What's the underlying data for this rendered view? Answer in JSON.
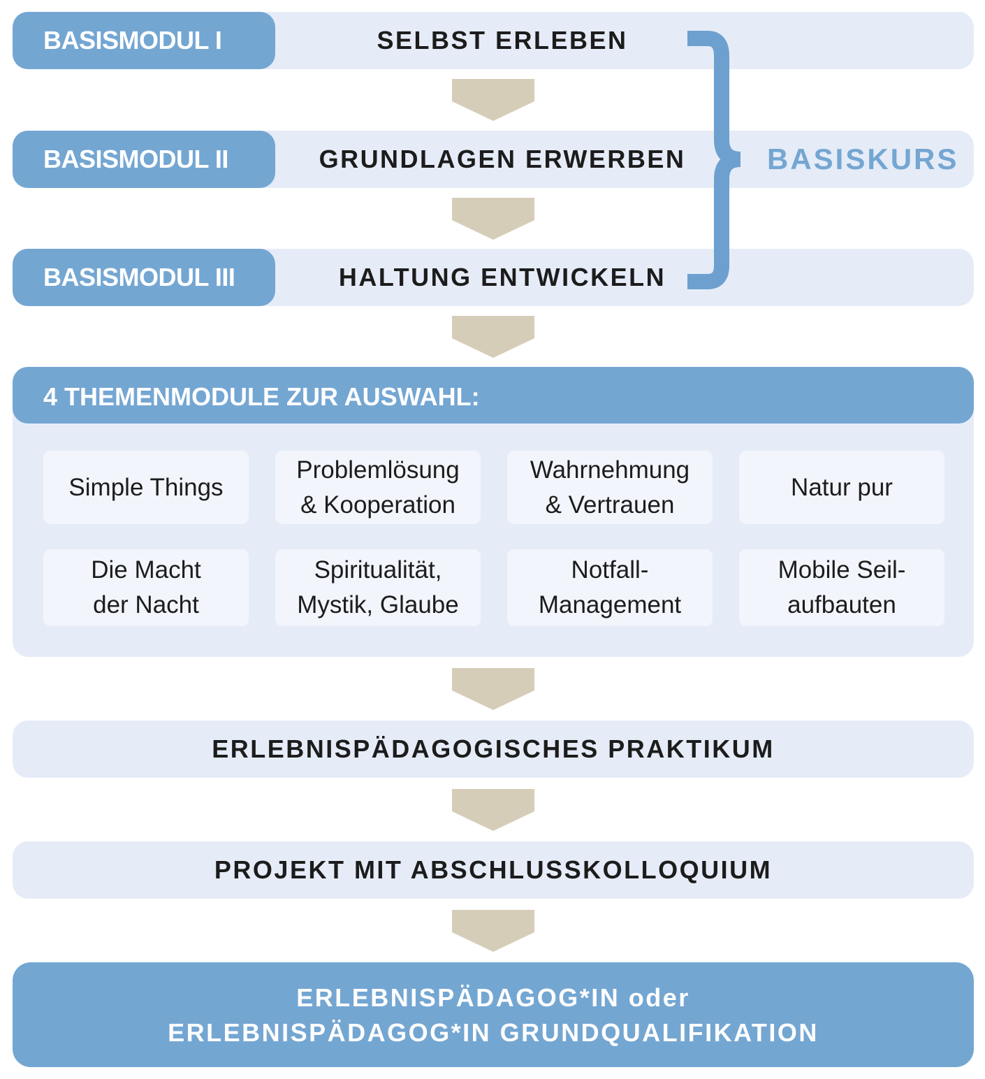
{
  "colors": {
    "accent": "#74a6d2",
    "bar": "#e5ecf7",
    "card": "#f2f5fb",
    "arrow": "#d6cdb9"
  },
  "basis": [
    {
      "label": "BASISMODUL I",
      "title": "SELBST ERLEBEN"
    },
    {
      "label": "BASISMODUL II",
      "title": "GRUNDLAGEN ERWERBEN"
    },
    {
      "label": "BASISMODUL III",
      "title": "HALTUNG ENTWICKELN"
    }
  ],
  "basiskurs": "BASISKURS",
  "themen": {
    "header": "4 THEMENMODULE ZUR AUSWAHL:",
    "cards": [
      [
        "Simple Things"
      ],
      [
        "Problemlösung",
        "& Kooperation"
      ],
      [
        "Wahrnehmung",
        "& Vertrauen"
      ],
      [
        "Natur pur"
      ],
      [
        "Die Macht",
        "der Nacht"
      ],
      [
        "Spiritualität,",
        "Mystik, Glaube"
      ],
      [
        "Notfall-",
        "Management"
      ],
      [
        "Mobile Seil-",
        "aufbauten"
      ]
    ]
  },
  "praktikum": "ERLEBNISPÄDAGOGISCHES PRAKTIKUM",
  "projekt": "PROJEKT MIT ABSCHLUSSKOLLOQUIUM",
  "final": {
    "line1": "ERLEBNISPÄDAGOG*IN oder",
    "line2": "ERLEBNISPÄDAGOG*IN GRUNDQUALIFIKATION"
  }
}
